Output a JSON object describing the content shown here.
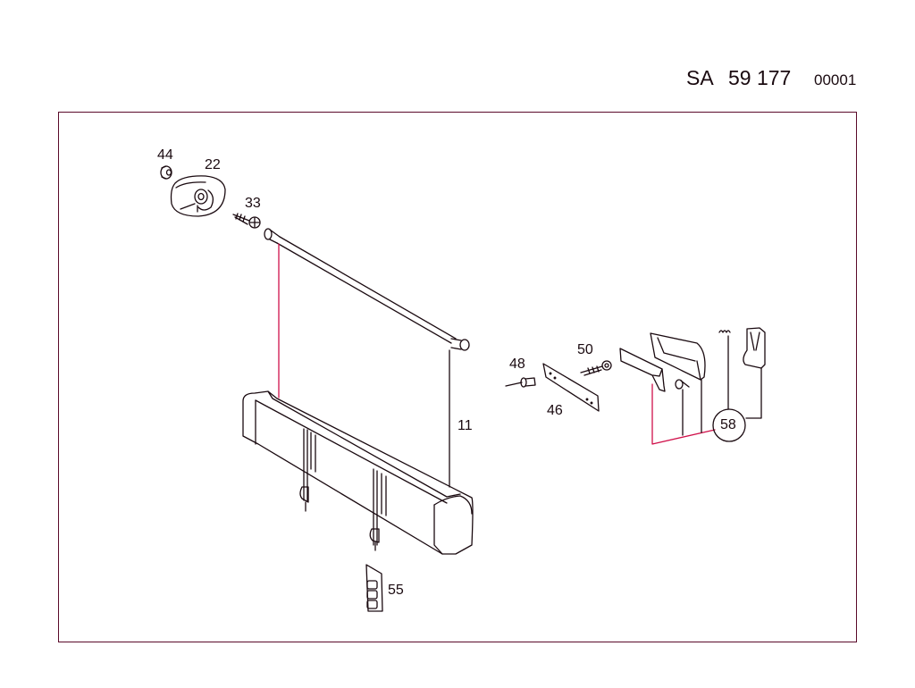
{
  "header": {
    "prefix": "SA",
    "number": "59 177",
    "sequence": "00001"
  },
  "diagram": {
    "type": "exploded-parts-diagram",
    "subject": "roller sunblind assembly",
    "line_color": "#1a0a10",
    "accent_color": "#d0104a",
    "callouts": [
      {
        "id": "44",
        "label": "44"
      },
      {
        "id": "22",
        "label": "22"
      },
      {
        "id": "33",
        "label": "33"
      },
      {
        "id": "11",
        "label": "11"
      },
      {
        "id": "48",
        "label": "48"
      },
      {
        "id": "50",
        "label": "50"
      },
      {
        "id": "46",
        "label": "46"
      },
      {
        "id": "58",
        "label": "58"
      },
      {
        "id": "55",
        "label": "55"
      }
    ]
  }
}
